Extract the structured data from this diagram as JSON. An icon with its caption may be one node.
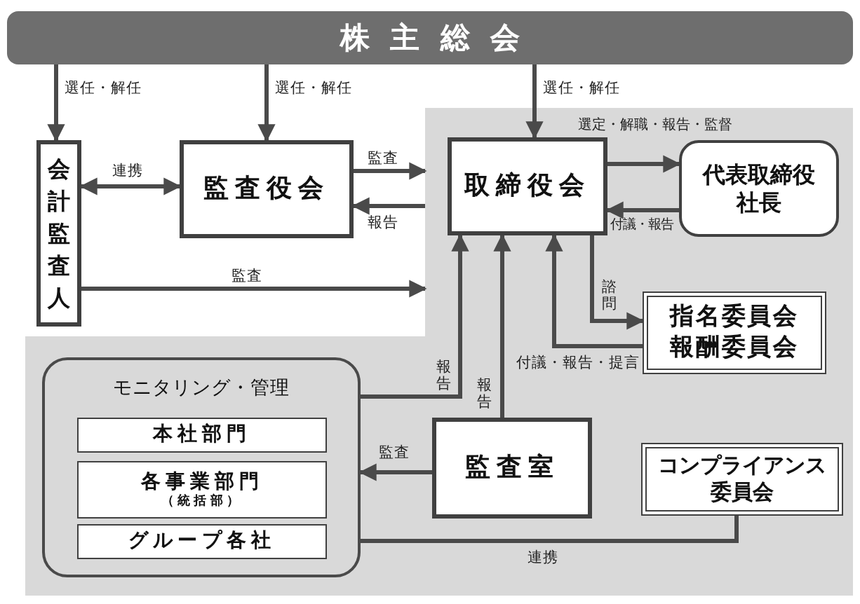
{
  "diagram": {
    "nodes": [
      {
        "text": [
          "株主総会"
        ]
      },
      {
        "text": [
          "会計監査人"
        ]
      },
      {
        "text": [
          "監査役会"
        ]
      },
      {
        "text": [],
        "shape": "area"
      },
      {
        "text": [
          "取締役会"
        ],
        "in": 3
      },
      {
        "text": [
          "代表取締役社長"
        ],
        "in": 3
      },
      {
        "text": [
          "指名委員会",
          "報酬委員会"
        ],
        "in": 3
      },
      {
        "text": [
          "モニタリング・管理"
        ],
        "in": 3
      },
      {
        "text": [
          "本社部門"
        ],
        "in": 7
      },
      {
        "text": [
          "各事業部門",
          "（統括部）"
        ],
        "in": 7
      },
      {
        "text": [
          "グループ各社"
        ],
        "in": 7
      },
      {
        "text": [
          "監査室"
        ],
        "in": 3
      },
      {
        "text": [
          "コンプライアンス委員会"
        ],
        "in": 3
      }
    ],
    "edges": [
      {
        "from": 0,
        "to": 1,
        "arrow": "to",
        "label": "選任・解任"
      },
      {
        "from": 0,
        "to": 2,
        "arrow": "to",
        "label": "選任・解任"
      },
      {
        "from": 0,
        "to": 4,
        "arrow": "to",
        "label": "選任・解任"
      },
      {
        "from": 1,
        "to": 2,
        "arrow": "both",
        "label": "連携"
      },
      {
        "from": 2,
        "to": 3,
        "arrow": "to",
        "label": "監査"
      },
      {
        "from": 3,
        "to": 2,
        "arrow": "to",
        "label": "報告"
      },
      {
        "from": 1,
        "to": 3,
        "arrow": "to",
        "label": "監査"
      },
      {
        "from": 4,
        "to": 5,
        "arrow": "to",
        "label": "選定・解職・報告・監督"
      },
      {
        "from": 5,
        "to": 4,
        "arrow": "to",
        "label": "付議・報告"
      },
      {
        "from": 4,
        "to": 6,
        "arrow": "to",
        "label": "諮問"
      },
      {
        "from": 6,
        "to": 4,
        "arrow": "to",
        "label": "付議・報告・提言"
      },
      {
        "from": 7,
        "to": 4,
        "arrow": "to",
        "label": "報告"
      },
      {
        "from": 11,
        "to": 4,
        "arrow": "to",
        "label": "報告"
      },
      {
        "from": 11,
        "to": 7,
        "arrow": "to",
        "label": "監査"
      },
      {
        "from": 12,
        "to": 7,
        "arrow": "none",
        "label": "連携"
      }
    ]
  }
}
